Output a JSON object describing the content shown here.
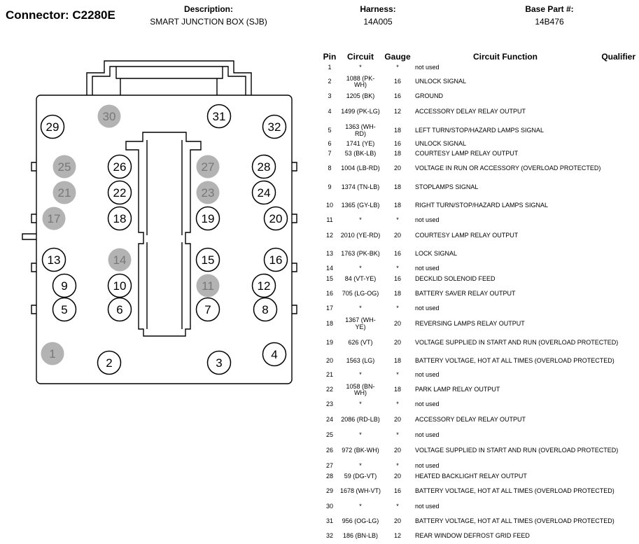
{
  "header": {
    "connector": "Connector: C2280E",
    "description_label": "Description:",
    "description_value": "SMART JUNCTION BOX (SJB)",
    "harness_label": "Harness:",
    "harness_value": "14A005",
    "base_part_label": "Base Part #:",
    "base_part_value": "14B476"
  },
  "table": {
    "columns": {
      "pin": "Pin",
      "circuit": "Circuit",
      "gauge": "Gauge",
      "function": "Circuit Function",
      "qualifier": "Qualifier"
    },
    "rows": [
      {
        "pin": "1",
        "circuit": "*",
        "gauge": "*",
        "function": "not used",
        "h": 13
      },
      {
        "pin": "2",
        "circuit": "1088 (PK-WH)",
        "gauge": "16",
        "function": "UNLOCK SIGNAL",
        "h": 28
      },
      {
        "pin": "3",
        "circuit": "1205 (BK)",
        "gauge": "16",
        "function": "GROUND",
        "h": 14
      },
      {
        "pin": "4",
        "circuit": "1499 (PK-LG)",
        "gauge": "12",
        "function": "ACCESSORY DELAY RELAY OUTPUT",
        "h": 30
      },
      {
        "pin": "5",
        "circuit": "1363 (WH-RD)",
        "gauge": "18",
        "function": "LEFT TURN/STOP/HAZARD LAMPS SIGNAL",
        "h": 23
      },
      {
        "pin": "6",
        "circuit": "1741 (YE)",
        "gauge": "16",
        "function": "UNLOCK SIGNAL",
        "h": 15
      },
      {
        "pin": "7",
        "circuit": "53 (BK-LB)",
        "gauge": "18",
        "function": "COURTESY LAMP RELAY OUTPUT",
        "h": 14
      },
      {
        "pin": "8",
        "circuit": "1004 (LB-RD)",
        "gauge": "20",
        "function": "VOLTAGE IN RUN OR ACCESSORY (OVERLOAD PROTECTED)",
        "h": 28
      },
      {
        "pin": "9",
        "circuit": "1374 (TN-LB)",
        "gauge": "18",
        "function": "STOPLAMPS SIGNAL",
        "h": 26
      },
      {
        "pin": "10",
        "circuit": "1365 (GY-LB)",
        "gauge": "18",
        "function": "RIGHT TURN/STOP/HAZARD LAMPS SIGNAL",
        "h": 26
      },
      {
        "pin": "11",
        "circuit": "*",
        "gauge": "*",
        "function": "not used",
        "h": 16
      },
      {
        "pin": "12",
        "circuit": "2010 (YE-RD)",
        "gauge": "20",
        "function": "COURTESY LAMP RELAY OUTPUT",
        "h": 27
      },
      {
        "pin": "13",
        "circuit": "1763 (PK-BK)",
        "gauge": "16",
        "function": "LOCK SIGNAL",
        "h": 26
      },
      {
        "pin": "14",
        "circuit": "*",
        "gauge": "*",
        "function": "not used",
        "h": 16
      },
      {
        "pin": "15",
        "circuit": "84 (VT-YE)",
        "gauge": "16",
        "function": "DECKLID SOLENOID FEED",
        "h": 14
      },
      {
        "pin": "16",
        "circuit": "705 (LG-OG)",
        "gauge": "18",
        "function": "BATTERY SAVER RELAY OUTPUT",
        "h": 28
      },
      {
        "pin": "17",
        "circuit": "*",
        "gauge": "*",
        "function": "not used",
        "h": 14
      },
      {
        "pin": "18",
        "circuit": "1367 (WH-YE)",
        "gauge": "20",
        "function": "REVERSING LAMPS RELAY OUTPUT",
        "h": 29
      },
      {
        "pin": "19",
        "circuit": "626 (VT)",
        "gauge": "20",
        "function": "VOLTAGE SUPPLIED IN START AND RUN (OVERLOAD PROTECTED)",
        "h": 26
      },
      {
        "pin": "20",
        "circuit": "1563 (LG)",
        "gauge": "18",
        "function": "BATTERY VOLTAGE, HOT AT ALL TIMES (OVERLOAD PROTECTED)",
        "h": 26
      },
      {
        "pin": "21",
        "circuit": "*",
        "gauge": "*",
        "function": "not used",
        "h": 14
      },
      {
        "pin": "22",
        "circuit": "1058 (BN-WH)",
        "gauge": "18",
        "function": "PARK LAMP RELAY OUTPUT",
        "h": 28
      },
      {
        "pin": "23",
        "circuit": "*",
        "gauge": "*",
        "function": "not used",
        "h": 14
      },
      {
        "pin": "24",
        "circuit": "2086 (RD-LB)",
        "gauge": "20",
        "function": "ACCESSORY DELAY RELAY OUTPUT",
        "h": 30
      },
      {
        "pin": "25",
        "circuit": "*",
        "gauge": "*",
        "function": "not used",
        "h": 14
      },
      {
        "pin": "26",
        "circuit": "972 (BK-WH)",
        "gauge": "20",
        "function": "VOLTAGE SUPPLIED IN START AND RUN (OVERLOAD PROTECTED)",
        "h": 30
      },
      {
        "pin": "27",
        "circuit": "*",
        "gauge": "*",
        "function": "not used",
        "h": 14
      },
      {
        "pin": "28",
        "circuit": "59 (DG-VT)",
        "gauge": "20",
        "function": "HEATED BACKLIGHT RELAY OUTPUT",
        "h": 15
      },
      {
        "pin": "29",
        "circuit": "1678 (WH-VT)",
        "gauge": "16",
        "function": "BATTERY VOLTAGE, HOT AT ALL TIMES (OVERLOAD PROTECTED)",
        "h": 28
      },
      {
        "pin": "30",
        "circuit": "*",
        "gauge": "*",
        "function": "not used",
        "h": 15
      },
      {
        "pin": "31",
        "circuit": "956 (OG-LG)",
        "gauge": "20",
        "function": "BATTERY VOLTAGE, HOT AT ALL TIMES (OVERLOAD PROTECTED)",
        "h": 28
      },
      {
        "pin": "32",
        "circuit": "186 (BN-LB)",
        "gauge": "12",
        "function": "REAR WINDOW DEFROST GRID FEED",
        "h": 14
      }
    ]
  },
  "connector": {
    "unused_fill": "#b3b3b3",
    "used_fill": "#ffffff",
    "pins": [
      {
        "n": "1",
        "used": false
      },
      {
        "n": "2",
        "used": true
      },
      {
        "n": "3",
        "used": true
      },
      {
        "n": "4",
        "used": true
      },
      {
        "n": "5",
        "used": true
      },
      {
        "n": "6",
        "used": true
      },
      {
        "n": "7",
        "used": true
      },
      {
        "n": "8",
        "used": true
      },
      {
        "n": "9",
        "used": true
      },
      {
        "n": "10",
        "used": true
      },
      {
        "n": "11",
        "used": false
      },
      {
        "n": "12",
        "used": true
      },
      {
        "n": "13",
        "used": true
      },
      {
        "n": "14",
        "used": false
      },
      {
        "n": "15",
        "used": true
      },
      {
        "n": "16",
        "used": true
      },
      {
        "n": "17",
        "used": false
      },
      {
        "n": "18",
        "used": true
      },
      {
        "n": "19",
        "used": true
      },
      {
        "n": "20",
        "used": true
      },
      {
        "n": "21",
        "used": false
      },
      {
        "n": "22",
        "used": true
      },
      {
        "n": "23",
        "used": false
      },
      {
        "n": "24",
        "used": true
      },
      {
        "n": "25",
        "used": false
      },
      {
        "n": "26",
        "used": true
      },
      {
        "n": "27",
        "used": false
      },
      {
        "n": "28",
        "used": true
      },
      {
        "n": "29",
        "used": true
      },
      {
        "n": "30",
        "used": false
      },
      {
        "n": "31",
        "used": true
      },
      {
        "n": "32",
        "used": true
      }
    ]
  }
}
